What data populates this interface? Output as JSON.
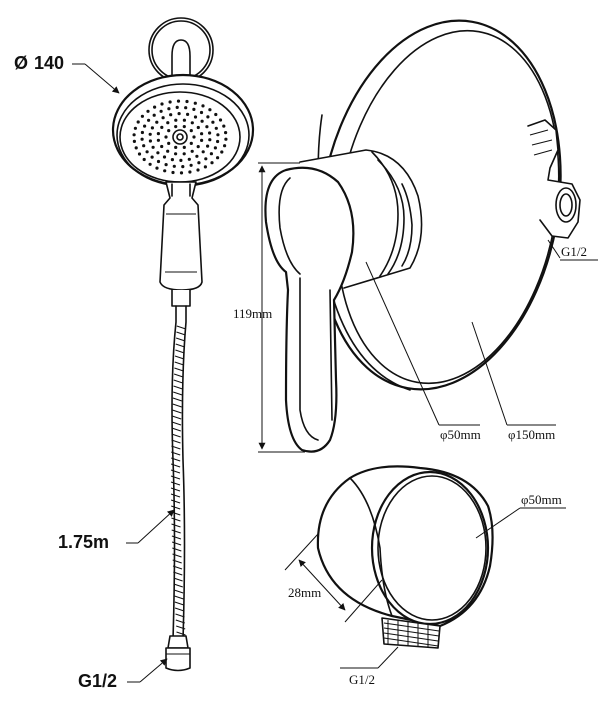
{
  "labels": {
    "head_diameter": "140",
    "hose_length": "1.75m",
    "hose_connector": "G1/2",
    "valve_connector": "G1/2",
    "handle_height": "119mm",
    "handle_diameter": "φ50mm",
    "plate_diameter": "φ150mm",
    "elbow_diameter": "φ50mm",
    "elbow_depth": "28mm",
    "elbow_connector": "G1/2"
  },
  "symbols": {
    "diameter": "Ø"
  }
}
